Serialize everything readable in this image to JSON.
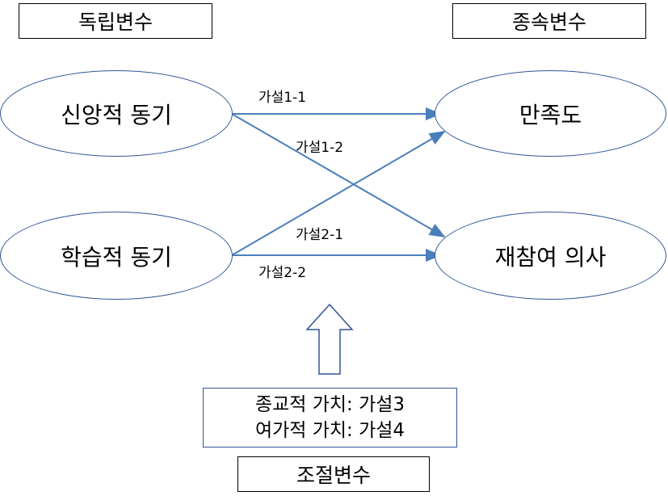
{
  "headers": {
    "independent": "독립변수",
    "dependent": "종속변수",
    "moderator": "조절변수"
  },
  "nodes": {
    "faith_motivation": "신앙적 동기",
    "learning_motivation": "학습적 동기",
    "satisfaction": "만족도",
    "revisit_intention": "재참여 의사"
  },
  "hypotheses": {
    "h1_1": "가설1-1",
    "h1_2": "가설1-2",
    "h2_1": "가설2-1",
    "h2_2": "가설2-2"
  },
  "moderators": {
    "line1": "종교적 가치: 가설3",
    "line2": "여가적 가치: 가설4"
  },
  "colors": {
    "arrow": "#4a7ebb",
    "ellipse_border": "#2f5597",
    "box_border": "#000000"
  }
}
